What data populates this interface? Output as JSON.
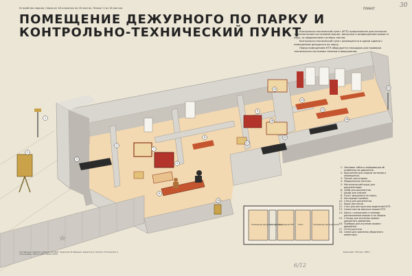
{
  "header": {
    "series_line": "Устройство парков. Серия из 16 плакатов на 16 листах. Плакат 3 из 16 листов.",
    "code": "ПЛАКАТ",
    "page_mark": "30"
  },
  "title": {
    "line1": "ПОМЕЩЕНИЕ ДЕЖУРНОГО ПО ПАРКУ И",
    "line2": "КОНТРОЛЬНО-ТЕХНИЧЕСКИЙ ПУНКТ"
  },
  "description": [
    "Контрольно-технический пункт (КТП) предназначен для контроля за техническим состоянием машин, выпуском и возвращением машин в парк, за оформлением путевых листов.",
    "Контрольно-технический пункт размещается в одном здании с помещением дежурного по парку.",
    "Перед помещением КТП оборудуется площадка для проверки технического состояния техники и вооружения."
  ],
  "legend": [
    {
      "n": "1.",
      "text": "Световое табло и информация об особенностях движения."
    },
    {
      "n": "2.",
      "text": "Кронштейн для подачи сигналов и оповещения."
    },
    {
      "n": "3.",
      "text": "Топчан для отдыха."
    },
    {
      "n": "4.",
      "text": "Медицинская аптечка."
    },
    {
      "n": "5.",
      "text": "Металлический ящик для документации."
    },
    {
      "n": "6.",
      "text": "Сейф для документов."
    },
    {
      "n": "7.",
      "text": "Шкаф для ключей."
    },
    {
      "n": "8.",
      "text": "Пульт дежурного по парку."
    },
    {
      "n": "9.",
      "text": "Наглядные пособия."
    },
    {
      "n": "10.",
      "text": "Стенд для документов."
    },
    {
      "n": "11.",
      "text": "Ящик для песка."
    },
    {
      "n": "12.",
      "text": "Стол для инструктажа водителей КТП."
    },
    {
      "n": "13.",
      "text": "Схема постов выпуска машин КТП."
    },
    {
      "n": "14.",
      "text": "Щиты с описанием и схемами расположения машин и их сборки."
    },
    {
      "n": "15.",
      "text": "Стенды для изучения правил дорожного движения."
    },
    {
      "n": "16.",
      "text": "Приборы для изучения правил движения."
    },
    {
      "n": "17.",
      "text": "Огнетушители."
    },
    {
      "n": "18.",
      "text": "Схема для хранения уборочного инвентаря."
    }
  ],
  "plan_labels": [
    "Помещение дежурного по парку",
    "Коридор",
    "Помещение КТП",
    "Класс",
    "Помещение для водителей"
  ],
  "imprint_left": "Составлено отделом учебных пособий. Художник В. Баранов. Редактор А. Петров. Отпечатано в типографии. Заказ 1234. Тираж 5000.",
  "imprint_right": "Воениздат. Москва. 1985 г.",
  "handwritten_note": "6/12",
  "callouts": [
    "1",
    "2",
    "3",
    "4",
    "5",
    "6",
    "7",
    "8",
    "9",
    "10",
    "11",
    "12",
    "13",
    "14",
    "15",
    "16",
    "17",
    "18"
  ],
  "colors": {
    "floor": "#f2d9b2",
    "wall_top": "#d9d6d0",
    "wall_side": "#bdb9b2",
    "wall_shadow": "#a9a59e",
    "furniture": "#8b3a1c",
    "desk": "#2b2b2b",
    "board": "#b2342a",
    "callout_ring": "#333333"
  }
}
